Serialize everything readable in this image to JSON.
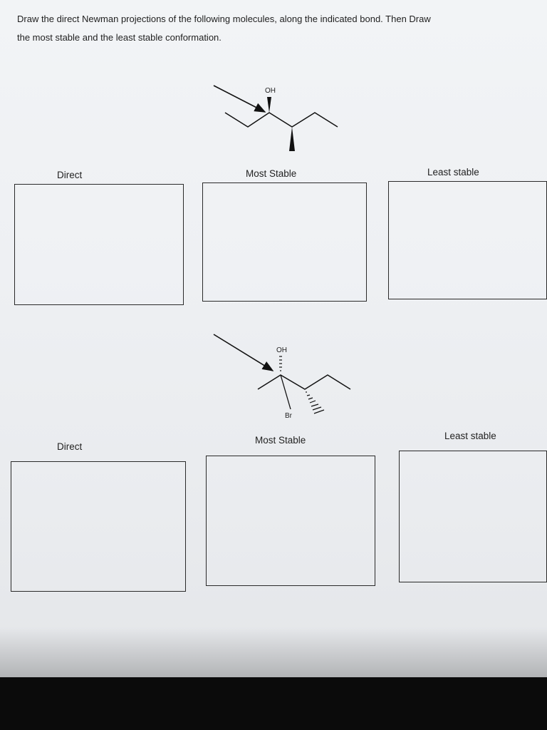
{
  "instructions": {
    "line1": "Draw the direct Newman projections of the following molecules, along the indicated bond. Then Draw",
    "line2": "the most stable and the least stable conformation."
  },
  "problem1": {
    "substituent": "OH",
    "labels": {
      "direct": "Direct",
      "most_stable": "Most Stable",
      "least_stable": "Least stable"
    }
  },
  "problem2": {
    "substituent_top": "OH",
    "substituent_bottom": "Br",
    "labels": {
      "direct": "Direct",
      "most_stable": "Most Stable",
      "least_stable": "Least stable"
    }
  }
}
